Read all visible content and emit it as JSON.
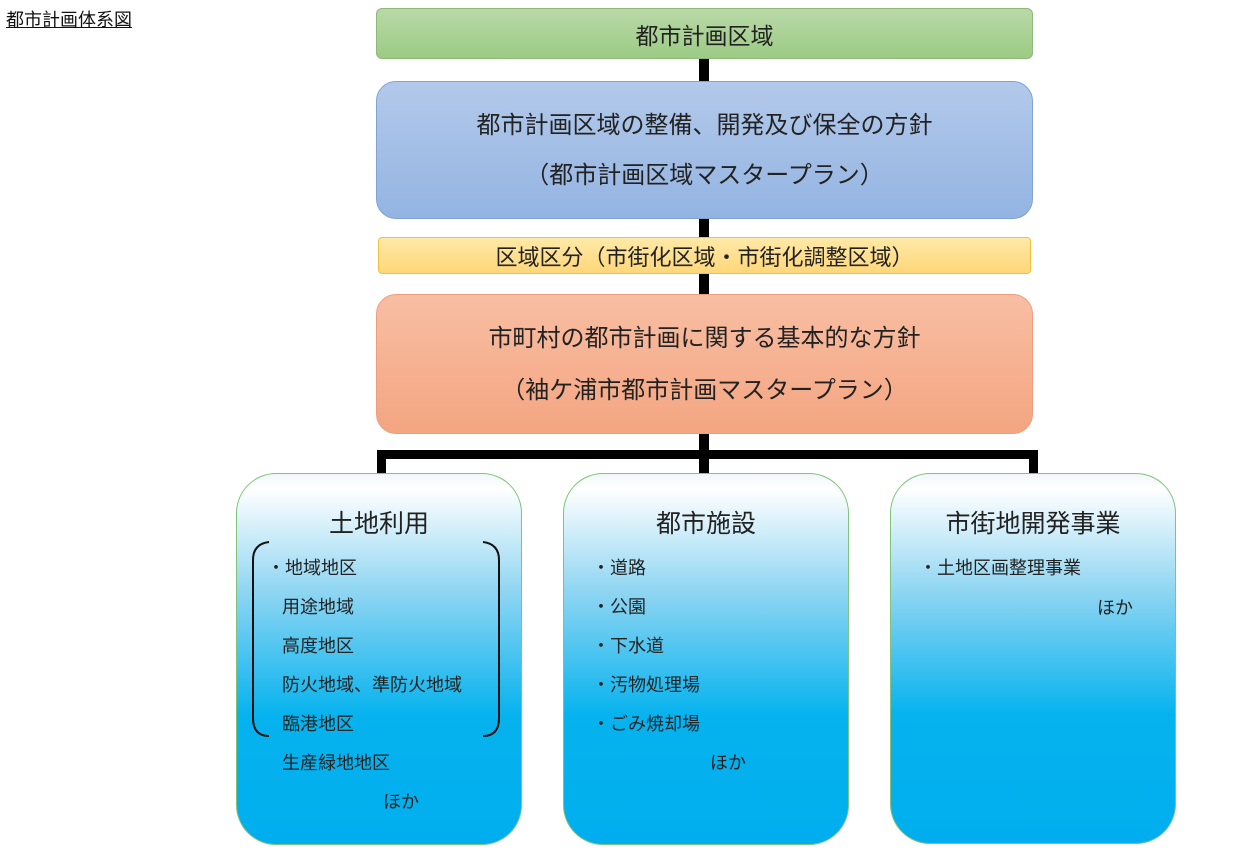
{
  "page_title": "都市計画体系図",
  "diagram": {
    "city_planning_area": "都市計画区域",
    "master_policy": {
      "line1": "都市計画区域の整備、開発及び保全の方針",
      "line2": "（都市計画区域マスタープラン）"
    },
    "area_division": "区域区分（市街化区域・市街化調整区域）",
    "municipal_policy": {
      "line1": "市町村の都市計画に関する基本的な方針",
      "line2": "（袖ケ浦市都市計画マスタープラン）"
    },
    "categories": [
      {
        "title": "土地利用",
        "items": [
          "・地域地区",
          "用途地域",
          "高度地区",
          "防火地域、準防火地域",
          "臨港地区",
          "生産緑地地区",
          "ほか"
        ]
      },
      {
        "title": "都市施設",
        "items": [
          "・道路",
          "・公園",
          "・下水道",
          "・汚物処理場",
          "・ごみ焼却場",
          "ほか"
        ]
      },
      {
        "title": "市街地開発事業",
        "items": [
          "・土地区画整理事業",
          "ほか"
        ]
      }
    ]
  }
}
